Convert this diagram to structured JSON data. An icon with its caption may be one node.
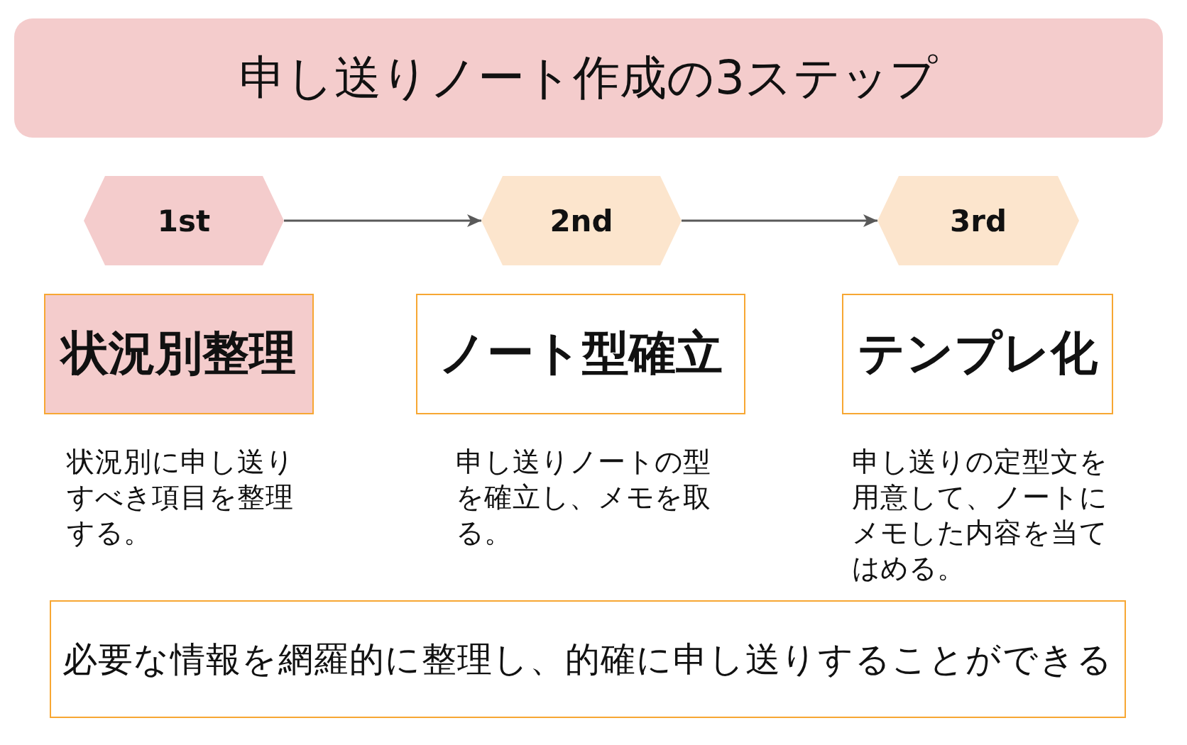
{
  "diagram": {
    "title": "申し送りノート作成の3ステップ",
    "nodes": [
      {
        "text": [
          "1st"
        ]
      },
      {
        "text": [
          "2nd"
        ]
      },
      {
        "text": [
          "3rd"
        ]
      },
      {
        "text": [
          "状況別整理"
        ],
        "beside": [
          "状況別に申し送りすべき項目を整理する。"
        ]
      },
      {
        "text": [
          "ノート型確立"
        ],
        "beside": [
          "申し送りノートの型を確立し、メモを取る。"
        ]
      },
      {
        "text": [
          "テンプレ化"
        ],
        "beside": [
          "申し送りの定型文を用意して、ノートにメモした内容を当てはめる。"
        ]
      },
      {
        "text": [
          "必要な情報を網羅的に整理し、的確に申し送りすることができる"
        ]
      }
    ],
    "edges": [
      {
        "from": 0,
        "to": 1,
        "arrow": "to"
      },
      {
        "from": 1,
        "to": 2,
        "arrow": "to"
      }
    ]
  }
}
